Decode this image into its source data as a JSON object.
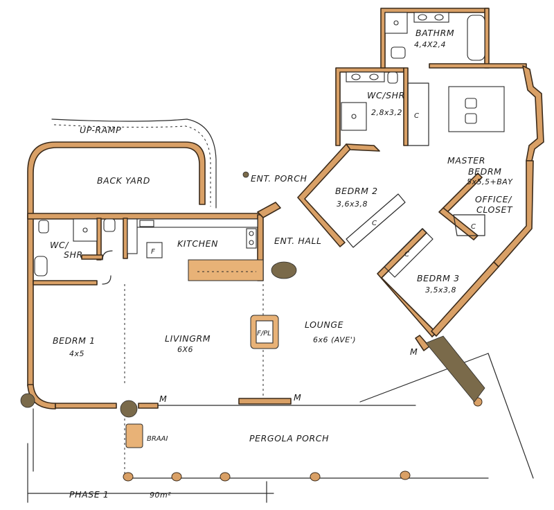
{
  "labels": {
    "up_ramp": "UP-RAMP",
    "back_yard": "BACK YARD",
    "ent_porch": "ENT. PORCH",
    "bathrm": "BATHRM",
    "bathrm_dim": "4,4X2,4",
    "wc_shr_right": "WC/SHR",
    "wc_shr_right_dim": "2,8x3,2",
    "master": "MASTER",
    "bedrm": "BEDRM",
    "master_dim": "5x5,5+BAY",
    "bedrm2": "BEDRM 2",
    "bedrm2_dim": "3,6x3,8",
    "office_closet_1": "OFFICE/",
    "office_closet_2": "CLOSET",
    "wc_left_1": "WC/",
    "wc_left_2": "SHR",
    "kitchen": "KITCHEN",
    "ent_hall": "ENT. HALL",
    "bedrm3": "BEDRM 3",
    "bedrm3_dim": "3,5x3,8",
    "bedrm1": "BEDRM 1",
    "bedrm1_dim": "4x5",
    "livingrm": "LIVINGRM",
    "livingrm_dim": "6X6",
    "lounge": "LOUNGE",
    "lounge_dim": "6x6 (AVE')",
    "fp": "F/PL",
    "braai": "BRAAI",
    "pergola_porch": "PERGOLA PORCH",
    "phase": "PHASE 1",
    "area": "90m²",
    "closet_c": "C",
    "fridge_f": "F",
    "marker_m": "M"
  },
  "colors": {
    "wall": "#d9a066",
    "ink": "#1a1a1a",
    "background": "#ffffff"
  }
}
